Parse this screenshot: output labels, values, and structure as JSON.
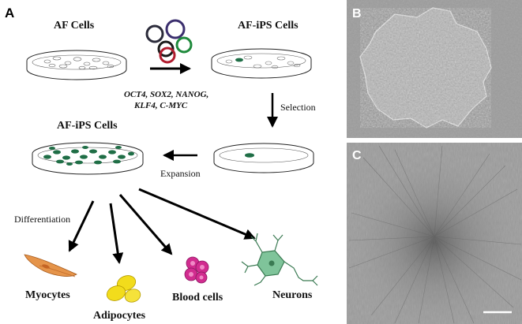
{
  "panels": {
    "a": {
      "letter": "A",
      "af_cells_label": "AF Cells",
      "af_ips_cells_label_top": "AF-iPS Cells",
      "af_ips_cells_label_left": "AF-iPS Cells",
      "factors_line1": "OCT4, SOX2, NANOG,",
      "factors_line2": "KLF4, C-MYC",
      "selection_label": "Selection",
      "expansion_label": "Expansion",
      "differentiation_label": "Differentiation",
      "cell_types": {
        "myocytes": "Myocytes",
        "adipocytes": "Adipocytes",
        "blood_cells": "Blood cells",
        "neurons": "Neurons"
      },
      "plasmid_colors": [
        "#1a1a2e",
        "#3a2a6e",
        "#1a1a1a",
        "#b01c2e",
        "#1f8a3c"
      ]
    },
    "b": {
      "letter": "B"
    },
    "c": {
      "letter": "C"
    }
  },
  "colors": {
    "colony_green": "#1f6e46",
    "myocyte": "#e5944a",
    "adipocyte": "#f2dc1c",
    "blood_cell": "#d12c8f",
    "neuron": "#7fc49a",
    "micrograph_bg": "#9c9c9c"
  }
}
